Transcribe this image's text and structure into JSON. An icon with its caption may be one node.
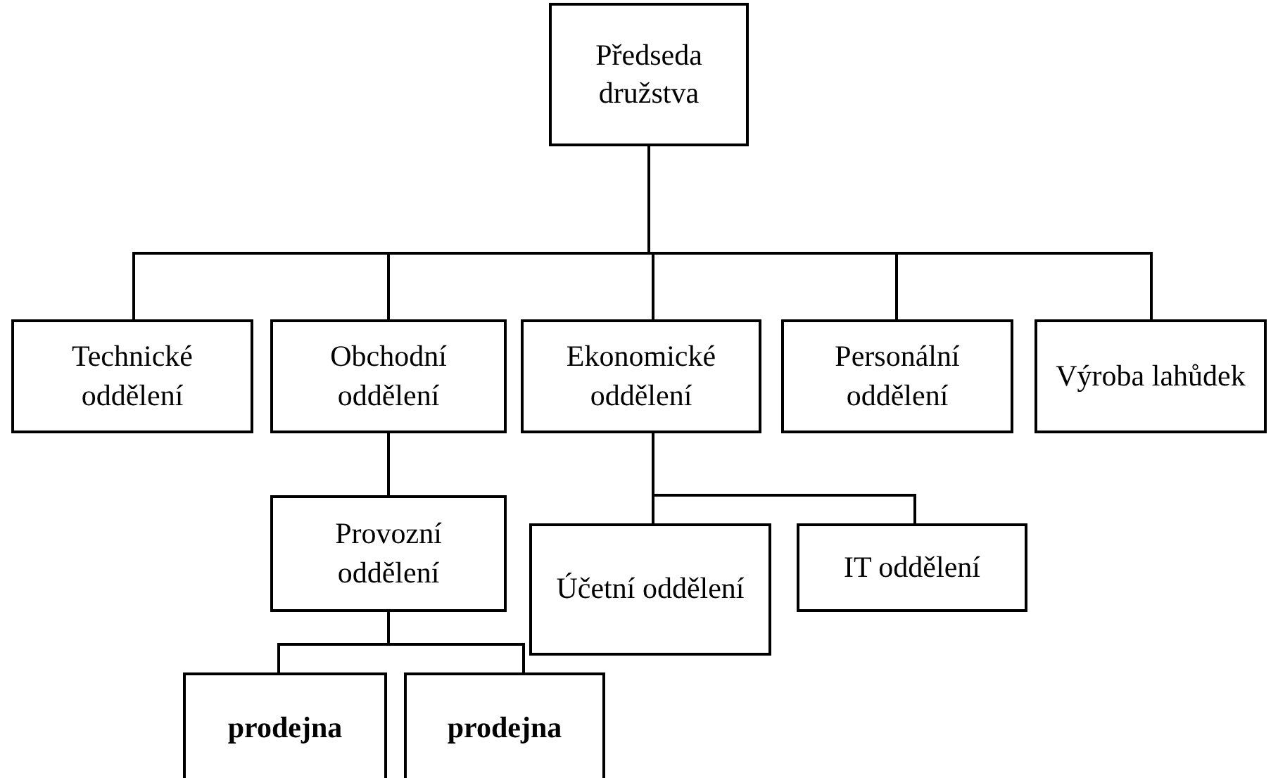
{
  "diagram": {
    "nodes": [
      {
        "text": [
          "Předseda družstva"
        ]
      },
      {
        "text": [
          "Technické oddělení"
        ]
      },
      {
        "text": [
          "Obchodní oddělení"
        ]
      },
      {
        "text": [
          "Ekonomické oddělení"
        ]
      },
      {
        "text": [
          "Personální oddělení"
        ]
      },
      {
        "text": [
          "Výroba lahůdek"
        ]
      },
      {
        "text": [
          "Provozní oddělení"
        ]
      },
      {
        "text": [
          "Účetní oddělení"
        ]
      },
      {
        "text": [
          "IT oddělení"
        ]
      },
      {
        "text": [
          "prodejna"
        ]
      },
      {
        "text": [
          "prodejna"
        ]
      }
    ],
    "edges": [
      {
        "from": 0,
        "to": 1,
        "arrow": "none"
      },
      {
        "from": 0,
        "to": 2,
        "arrow": "none"
      },
      {
        "from": 0,
        "to": 3,
        "arrow": "none"
      },
      {
        "from": 0,
        "to": 4,
        "arrow": "none"
      },
      {
        "from": 0,
        "to": 5,
        "arrow": "none"
      },
      {
        "from": 2,
        "to": 6,
        "arrow": "none"
      },
      {
        "from": 3,
        "to": 7,
        "arrow": "none"
      },
      {
        "from": 3,
        "to": 8,
        "arrow": "none"
      },
      {
        "from": 6,
        "to": 9,
        "arrow": "none"
      },
      {
        "from": 6,
        "to": 10,
        "arrow": "none"
      }
    ]
  }
}
